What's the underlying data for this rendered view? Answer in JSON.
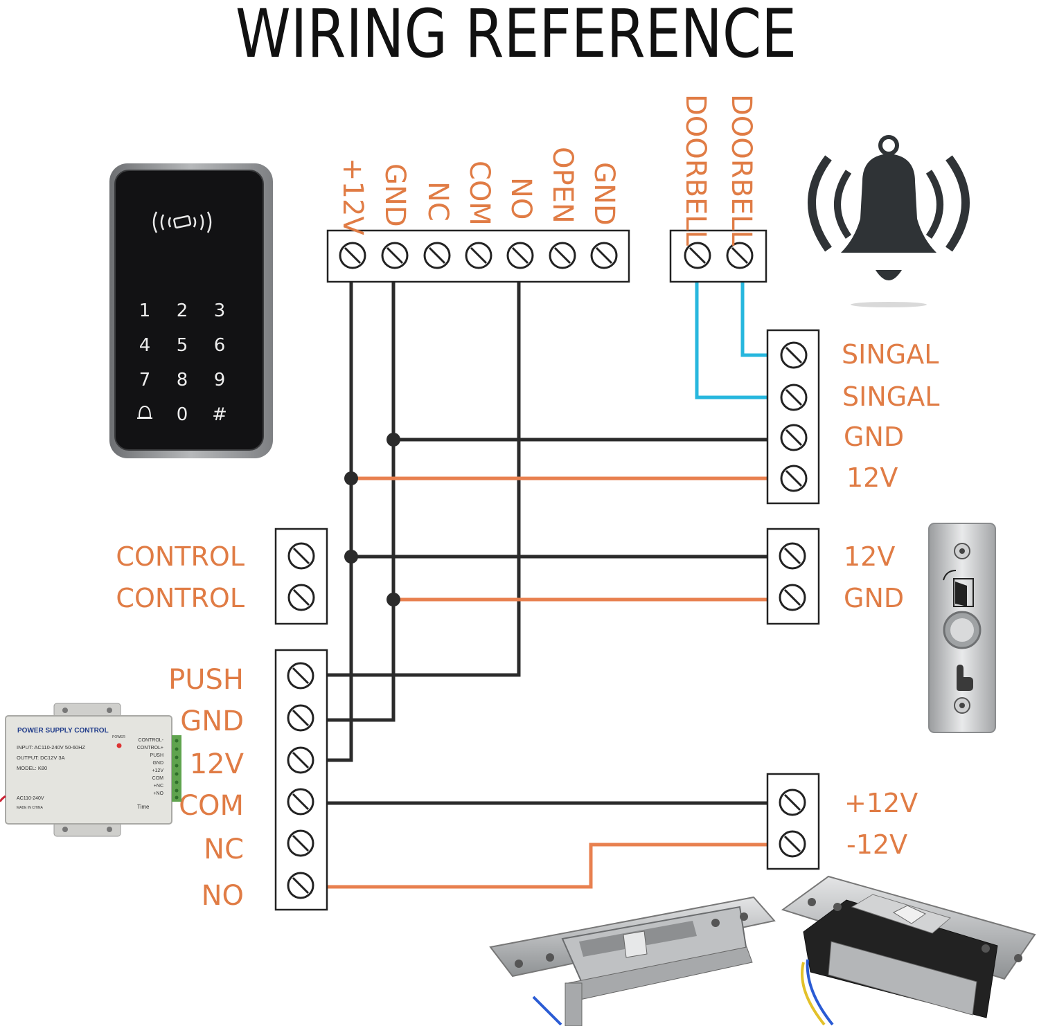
{
  "title": "WIRING REFERENCE",
  "colors": {
    "label": "#e07c45",
    "wire_black": "#2b2b2b",
    "wire_orange": "#e8804f",
    "wire_blue": "#27b7de",
    "terminal_stroke": "#222222"
  },
  "keypad": {
    "keys": [
      "1",
      "2",
      "3",
      "4",
      "5",
      "6",
      "7",
      "8",
      "9",
      "bell",
      "0",
      "#"
    ],
    "icon": "rfid-icon"
  },
  "keypad_terminals": [
    "+12V",
    "GND",
    "NC",
    "COM",
    "NO",
    "OPEN",
    "GND"
  ],
  "doorbell_terminals": [
    "DOORBELL",
    "DOORBELL"
  ],
  "doorbell_module": [
    "SINGAL",
    "SINGAL",
    "GND",
    "12V"
  ],
  "control_block": [
    "CONTROL",
    "CONTROL"
  ],
  "exit_button_block": [
    "12V",
    "GND"
  ],
  "power_block": [
    "PUSH",
    "GND",
    "12V",
    "COM",
    "NC",
    "NO"
  ],
  "lock_block": [
    "+12V",
    "-12V"
  ],
  "power_supply": {
    "title": "POWER SUPPLY CONTROL",
    "lines": [
      "INPUT: AC110-240V  50-60HZ",
      "OUTPUT: DC12V  3A",
      "MODEL: K80"
    ],
    "power_label": "POWER",
    "terminal_labels": [
      "CONTROL-",
      "CONTROL+",
      "PUSH",
      "GND",
      "+12V",
      "COM",
      "+NC",
      "+NO"
    ],
    "ac_label": "AC110-240V",
    "made": "MADE IN CHINA",
    "time_label": "Time"
  }
}
